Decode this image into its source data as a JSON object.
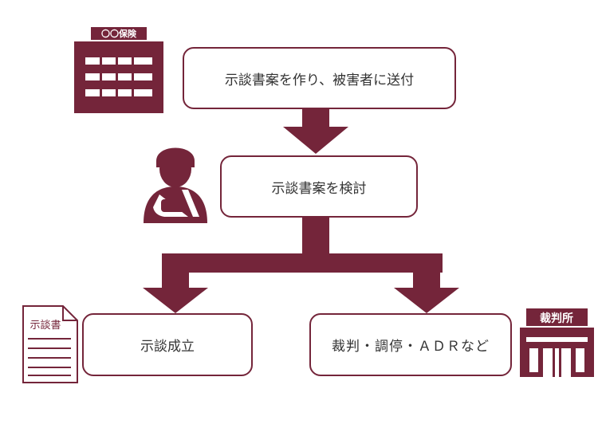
{
  "colors": {
    "accent": "#74253a",
    "box_border": "#74253a",
    "text": "#333333"
  },
  "nodes": {
    "send_draft": "示談書案を作り、被害者に送付",
    "review_draft": "示談書案を検討",
    "settled": "示談成立",
    "litigation": "裁判・調停・ＡＤＲなど"
  },
  "icons": {
    "insurer": {
      "name": "insurance-company-building-icon",
      "label": "〇〇保険"
    },
    "victim": {
      "name": "injured-person-icon"
    },
    "document": {
      "name": "settlement-document-icon",
      "label": "示談書"
    },
    "court": {
      "name": "courthouse-icon",
      "label": "裁判所"
    }
  }
}
